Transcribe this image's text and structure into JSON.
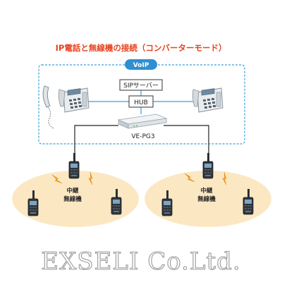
{
  "title": "IP電話と無線機の接続（コンバーターモード）",
  "network": {
    "label": "VoIP"
  },
  "sip_server": {
    "label": "SIPサーバー"
  },
  "hub": {
    "label": "HUB"
  },
  "gateway": {
    "label": "VE-PG3"
  },
  "groups": [
    {
      "relay_label_line1": "中継",
      "relay_label_line2": "無線機"
    },
    {
      "relay_label_line1": "中継",
      "relay_label_line2": "無線機"
    }
  ],
  "watermark": "EXSELI Co.Ltd.",
  "colors": {
    "title": "#e8421e",
    "voip_border": "#3aa0d8",
    "voip_badge": "#2f8fd0",
    "connection_line": "#3aa0d8",
    "radio_zone": "#fbe8c3",
    "lightning": "#f2a21a"
  },
  "icons": [
    "handset-icon",
    "desk-phone-icon",
    "gateway-device-icon",
    "radio-icon",
    "lightning-icon"
  ]
}
